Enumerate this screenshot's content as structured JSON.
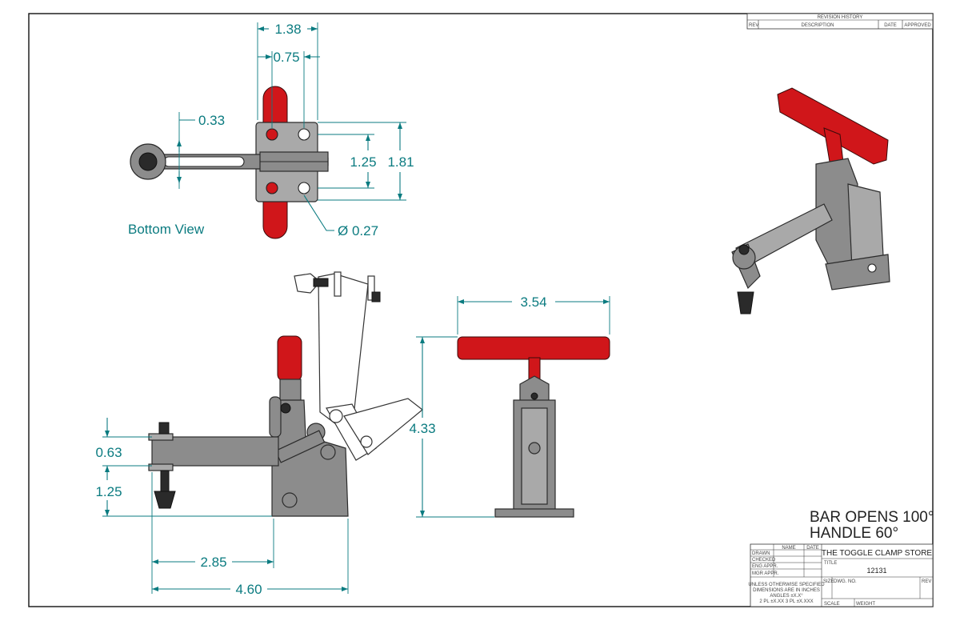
{
  "revision_block": {
    "title": "REVISION HISTORY",
    "col_rev": "REV",
    "col_description": "DESCRIPTION",
    "col_date": "DATE",
    "col_approved": "APPROVED"
  },
  "views": {
    "bottom_view_label": "Bottom View"
  },
  "dimensions": {
    "d_1_38": "1.38",
    "d_0_75": "0.75",
    "d_0_33": "0.33",
    "d_1_25_top": "1.25",
    "d_1_81": "1.81",
    "d_dia_0_27": "Ø 0.27",
    "d_3_54": "3.54",
    "d_4_33": "4.33",
    "d_0_63": "0.63",
    "d_1_25_side": "1.25",
    "d_2_85": "2.85",
    "d_4_60": "4.60"
  },
  "notes": {
    "line1": "BAR OPENS 100°",
    "line2": "HANDLE 60°"
  },
  "title_block": {
    "col_name": "NAME",
    "col_date": "DATE",
    "row_drawn": "DRAWN",
    "row_checked": "CHECKED",
    "row_eng_appr": "ENG APPR.",
    "row_mgr_appr": "MGR APPR.",
    "company": "THE TOGGLE CLAMP STORE",
    "title_label": "TITLE",
    "part_number": "12131",
    "tolerance_1": "UNLESS OTHERWISE SPECIFIED",
    "tolerance_2": "DIMENSIONS ARE IN INCHES",
    "tolerance_3": "ANGLES ±X.X°",
    "tolerance_4": "2 PL ±X.XX 3 PL ±X.XXX",
    "size_label": "SIZE",
    "dwg_no_label": "DWG. NO.",
    "rev_label": "REV",
    "scale_label": "SCALE",
    "weight_label": "WEIGHT"
  },
  "colors": {
    "dimension": "#0b7b80",
    "handle": "#d0161a",
    "steel": "#8c8c8c"
  }
}
